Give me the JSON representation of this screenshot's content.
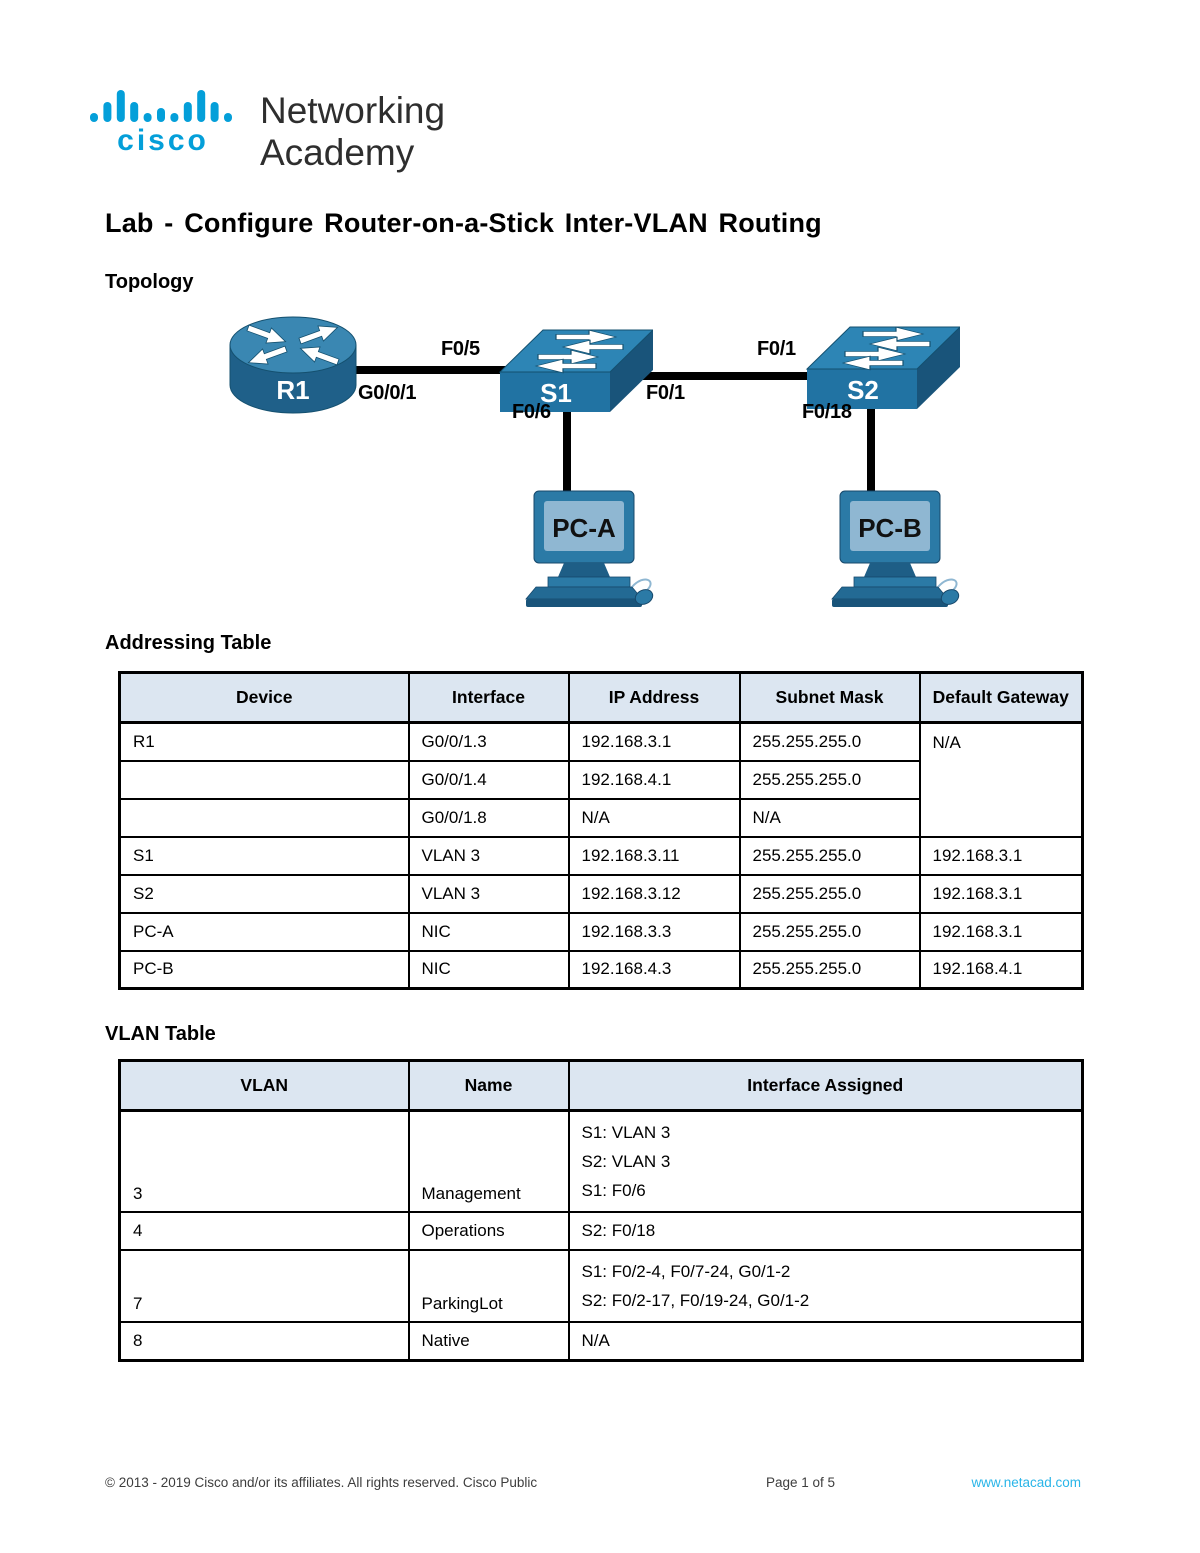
{
  "logo": {
    "word": "cisco",
    "line1": "Networking",
    "line2": "Academy"
  },
  "title": "Lab - Configure Router-on-a-Stick Inter-VLAN Routing",
  "headings": {
    "topology": "Topology",
    "addressing": "Addressing Table",
    "vlan": "VLAN Table"
  },
  "topology": {
    "r1": "R1",
    "s1": "S1",
    "s2": "S2",
    "pca": "PC-A",
    "pcb": "PC-B",
    "ports": {
      "f05": "F0/5",
      "g001": "G0/0/1",
      "f06": "F0/6",
      "s1f01": "F0/1",
      "s2f01": "F0/1",
      "f018": "F0/18"
    }
  },
  "addressing_table": {
    "headers": [
      "Device",
      "Interface",
      "IP Address",
      "Subnet Mask",
      "Default Gateway"
    ],
    "rows": [
      {
        "device": "R1",
        "interface": "G0/0/1.3",
        "ip": "192.168.3.1",
        "mask": "255.255.255.0",
        "gateway": "N/A"
      },
      {
        "device": "",
        "interface": "G0/0/1.4",
        "ip": "192.168.4.1",
        "mask": "255.255.255.0",
        "gateway": ""
      },
      {
        "device": "",
        "interface": "G0/0/1.8",
        "ip": "N/A",
        "mask": "N/A",
        "gateway": ""
      },
      {
        "device": "S1",
        "interface": "VLAN 3",
        "ip": "192.168.3.11",
        "mask": "255.255.255.0",
        "gateway": "192.168.3.1"
      },
      {
        "device": "S2",
        "interface": "VLAN 3",
        "ip": "192.168.3.12",
        "mask": "255.255.255.0",
        "gateway": "192.168.3.1"
      },
      {
        "device": "PC-A",
        "interface": "NIC",
        "ip": "192.168.3.3",
        "mask": "255.255.255.0",
        "gateway": "192.168.3.1"
      },
      {
        "device": "PC-B",
        "interface": "NIC",
        "ip": "192.168.4.3",
        "mask": "255.255.255.0",
        "gateway": "192.168.4.1"
      }
    ]
  },
  "vlan_table": {
    "headers": [
      "VLAN",
      "Name",
      "Interface Assigned"
    ],
    "rows": [
      {
        "vlan": "3",
        "name": "Management",
        "interfaces": [
          "S1: VLAN 3",
          "S2: VLAN 3",
          "S1: F0/6"
        ]
      },
      {
        "vlan": "4",
        "name": "Operations",
        "interfaces": [
          "S2: F0/18"
        ]
      },
      {
        "vlan": "7",
        "name": "ParkingLot",
        "interfaces": [
          "S1: F0/2-4, F0/7-24, G0/1-2",
          "S2: F0/2-17, F0/19-24, G0/1-2"
        ]
      },
      {
        "vlan": "8",
        "name": "Native",
        "interfaces": [
          "N/A"
        ]
      }
    ]
  },
  "footer": {
    "copyright": "© 2013 - 2019 Cisco and/or its affiliates. All rights reserved. Cisco Public",
    "page": "Page 1 of 5",
    "site": "www.netacad.com"
  },
  "colors": {
    "cisco_blue": "#049fd9",
    "table_header_bg": "#dce6f1",
    "link": "#29b5e8"
  }
}
